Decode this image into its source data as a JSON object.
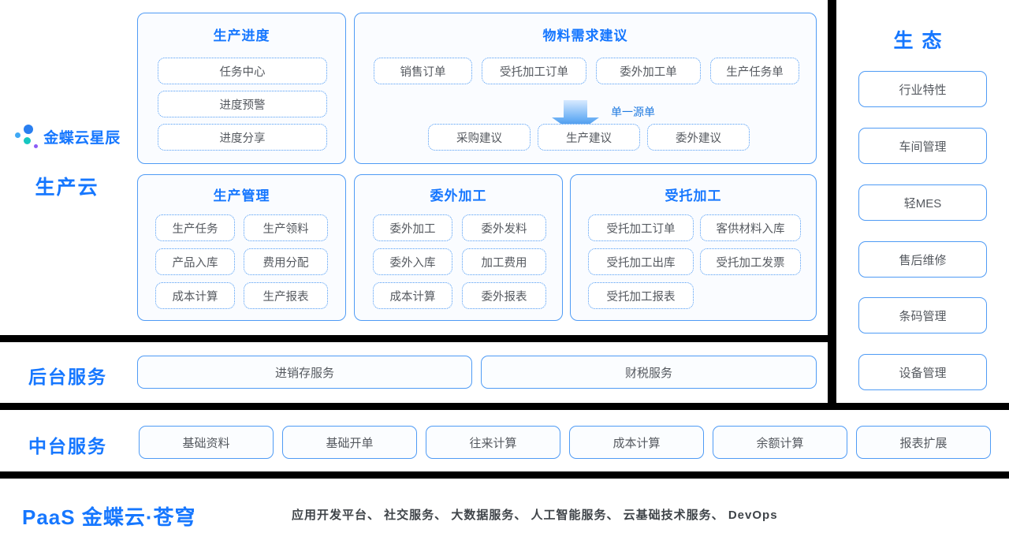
{
  "brand": {
    "logo_icon": "kingdee-dots-icon",
    "name": "金蝶云",
    "sub": "星辰",
    "rail_title": "生产云"
  },
  "colors": {
    "accent": "#1677ff",
    "panel_border": "#4f9bf5",
    "chip_text": "#55595f",
    "band": "#000000",
    "arrow_from": "#cfe6ff",
    "arrow_to": "#2f8cf0"
  },
  "panels": [
    {
      "id": "production-progress",
      "title": "生产进度",
      "chips": [
        "任务中心",
        "进度预警",
        "进度分享"
      ]
    },
    {
      "id": "material-requirement",
      "title": "物料需求建议",
      "source_chips": [
        "销售订单",
        "受托加工订单",
        "委外加工单",
        "生产任务单"
      ],
      "arrow_label": "单一源单",
      "result_chips": [
        "采购建议",
        "生产建议",
        "委外建议"
      ]
    },
    {
      "id": "production-management",
      "title": "生产管理",
      "chips": [
        "生产任务",
        "生产领料",
        "产品入库",
        "费用分配",
        "成本计算",
        "生产报表"
      ]
    },
    {
      "id": "outsourced-processing",
      "title": "委外加工",
      "chips": [
        "委外加工",
        "委外发料",
        "委外入库",
        "加工费用",
        "成本计算",
        "委外报表"
      ]
    },
    {
      "id": "entrusted-processing",
      "title": "受托加工",
      "chips": [
        "受托加工订单",
        "客供材料入库",
        "受托加工出库",
        "受托加工发票",
        "受托加工报表"
      ]
    }
  ],
  "ecosystem": {
    "title": "生 态",
    "items": [
      "行业特性",
      "车间管理",
      "轻MES",
      "售后维修",
      "条码管理",
      "设备管理"
    ]
  },
  "backend_services": {
    "label": "后台服务",
    "items": [
      "进销存服务",
      "财税服务"
    ]
  },
  "middle_services": {
    "label": "中台服务",
    "items": [
      "基础资料",
      "基础开单",
      "往来计算",
      "成本计算",
      "余额计算",
      "报表扩展"
    ]
  },
  "paas": {
    "title": "PaaS 金蝶云·苍穹",
    "items": "应用开发平台、 社交服务、 大数据服务、 人工智能服务、 云基础技术服务、 DevOps"
  }
}
